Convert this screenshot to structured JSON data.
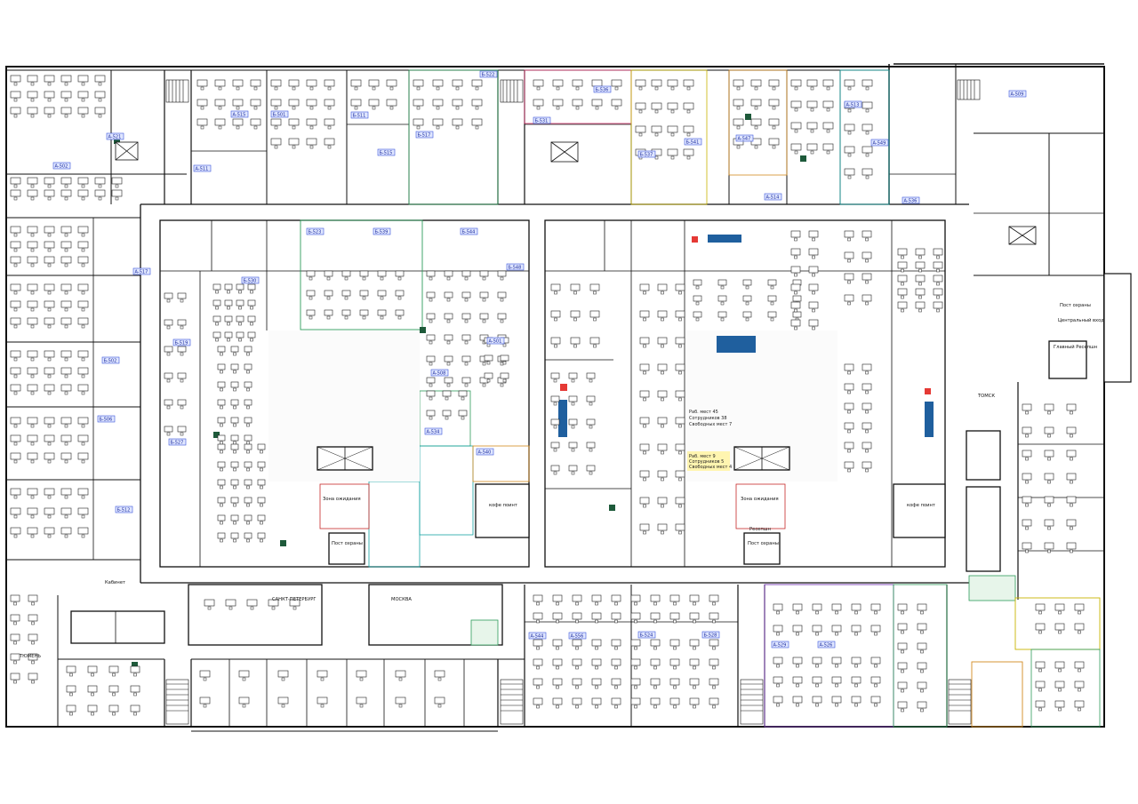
{
  "floor_plan": {
    "room_labels": [
      "А-502",
      "А-521",
      "А-511",
      "А-515",
      "Б-501",
      "Б-511",
      "Б-515",
      "Б-517",
      "Б-522",
      "Б-531",
      "Б-536",
      "Б-537",
      "Б-541",
      "А-547",
      "А-514",
      "А-513",
      "А-549",
      "А-536",
      "А-509",
      "А-517",
      "Б-502",
      "Б-506",
      "Б-512",
      "Б-519",
      "Б-527",
      "Б-530",
      "Б-523",
      "Б-539",
      "Б-544",
      "Б-548",
      "А-501",
      "А-508",
      "А-534",
      "А-540",
      "А-544",
      "А-556",
      "Б-524",
      "Б-528",
      "А-529",
      "А-526"
    ],
    "special_labels": {
      "security_post_1": "Пост охраны",
      "security_post_2": "Пост охраны",
      "security_post_main": "Пост охраны",
      "central_entrance": "Центральный вход",
      "main_reception": "Главный Ресепшн",
      "reception": "Ресепшн",
      "meeting_room_spb": "САНКТ-ПЕТЕРБУРГ",
      "meeting_room_moscow": "МОСКВА",
      "meeting_room_tomsk": "ТОМСК",
      "meeting_room_tyumen": "ТЮМЕНЬ",
      "coffee_point_1": "кофе поинт",
      "coffee_point_2": "кофе поинт",
      "negotiation_1": "Зона ожидания",
      "negotiation_2": "Зона ожидания",
      "office_label": "Кабинет"
    },
    "seat_stats_1": {
      "line1": "Раб. мест 45",
      "line2": "Сотрудников 38",
      "line3": "Свободных мест 7"
    },
    "seat_stats_2": {
      "line1": "Раб. мест 9",
      "line2": "Сотрудников 5",
      "line3": "Свободных мест 4"
    },
    "colors": {
      "walls": "#111111",
      "room_label_bg": "#dfe6ff",
      "room_label_text": "#1a2a9e",
      "highlight_blue": "#1f5f9e",
      "highlight_red": "#e53935",
      "note_bg": "#fff5b0",
      "service_green": "#1e5a3a",
      "zone_green": "#2e9c5b",
      "zone_purple": "#7b3fb5",
      "zone_orange": "#d38a1f",
      "zone_pink": "#d6336c",
      "zone_teal": "#14a3a3",
      "zone_yellow": "#c8b400"
    }
  }
}
